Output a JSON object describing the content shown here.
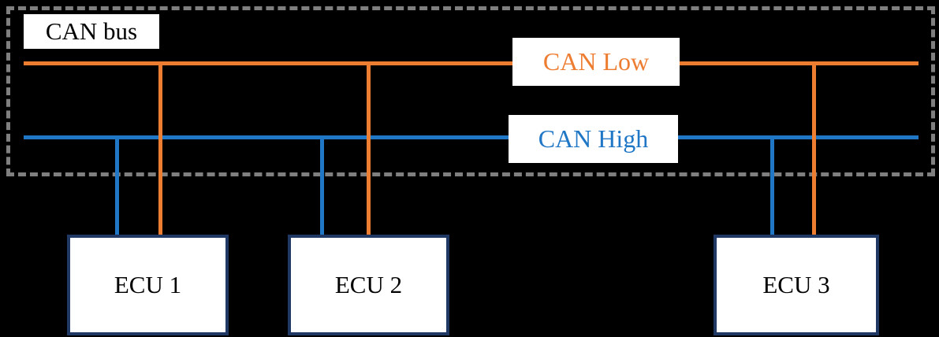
{
  "bus": {
    "label": "CAN bus"
  },
  "wires": {
    "can_low": {
      "label": "CAN Low",
      "color": "#ED7D31"
    },
    "can_high": {
      "label": "CAN High",
      "color": "#2077C5"
    }
  },
  "ecus": [
    {
      "label": "ECU 1"
    },
    {
      "label": "ECU 2"
    },
    {
      "label": "ECU 3"
    }
  ],
  "colors": {
    "background": "#000000",
    "bus_outline": "#7F7F7F",
    "can_low": "#ED7D31",
    "can_high": "#2077C5",
    "ecu_border": "#1F3864",
    "label_background": "#FFFFFF"
  }
}
